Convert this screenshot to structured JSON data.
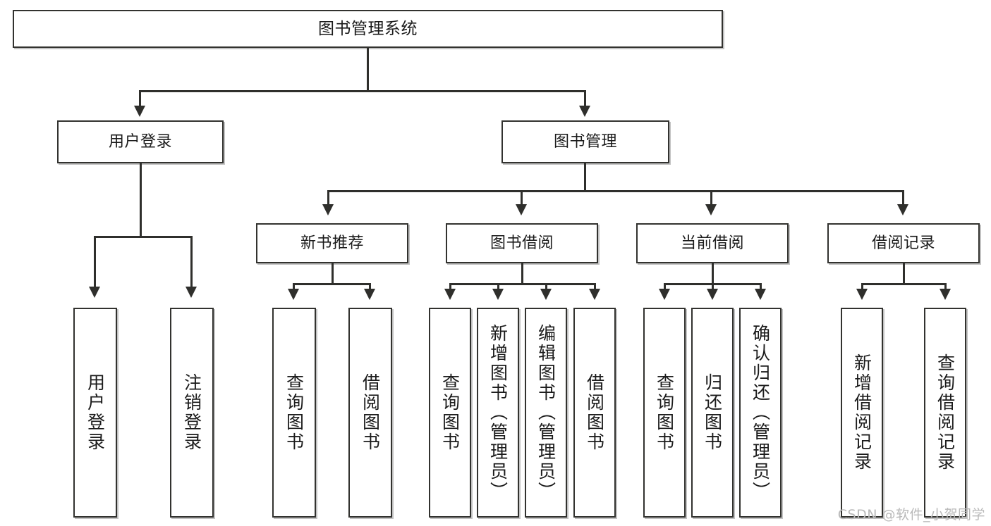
{
  "diagram": {
    "type": "tree-hierarchy",
    "title": "图书管理系统",
    "watermark": "CSDN @软件_小贺同学",
    "colors": {
      "box_border": "#32322f",
      "box_fill": "#ffffff",
      "connector": "#2f2f2c",
      "text": "#1b1b1b",
      "watermark": "#b9b9b9"
    },
    "root": {
      "label": "图书管理系统"
    },
    "level2": [
      {
        "label": "用户登录"
      },
      {
        "label": "图书管理"
      }
    ],
    "level3": [
      {
        "label": "新书推荐"
      },
      {
        "label": "图书借阅"
      },
      {
        "label": "当前借阅"
      },
      {
        "label": "借阅记录"
      }
    ],
    "leaves": {
      "user_login": [
        {
          "label": "用户登录"
        },
        {
          "label": "注销登录"
        }
      ],
      "new_book": [
        {
          "label": "查询图书"
        },
        {
          "label": "借阅图书"
        }
      ],
      "book_borrow": [
        {
          "label": "查询图书"
        },
        {
          "label": "新增图书（管理员）"
        },
        {
          "label": "编辑图书（管理员）"
        },
        {
          "label": "借阅图书"
        }
      ],
      "current_borrow": [
        {
          "label": "查询图书"
        },
        {
          "label": "归还图书"
        },
        {
          "label": "确认归还（管理员）"
        }
      ],
      "borrow_record": [
        {
          "label": "新增借阅记录"
        },
        {
          "label": "查询借阅记录"
        }
      ]
    }
  }
}
